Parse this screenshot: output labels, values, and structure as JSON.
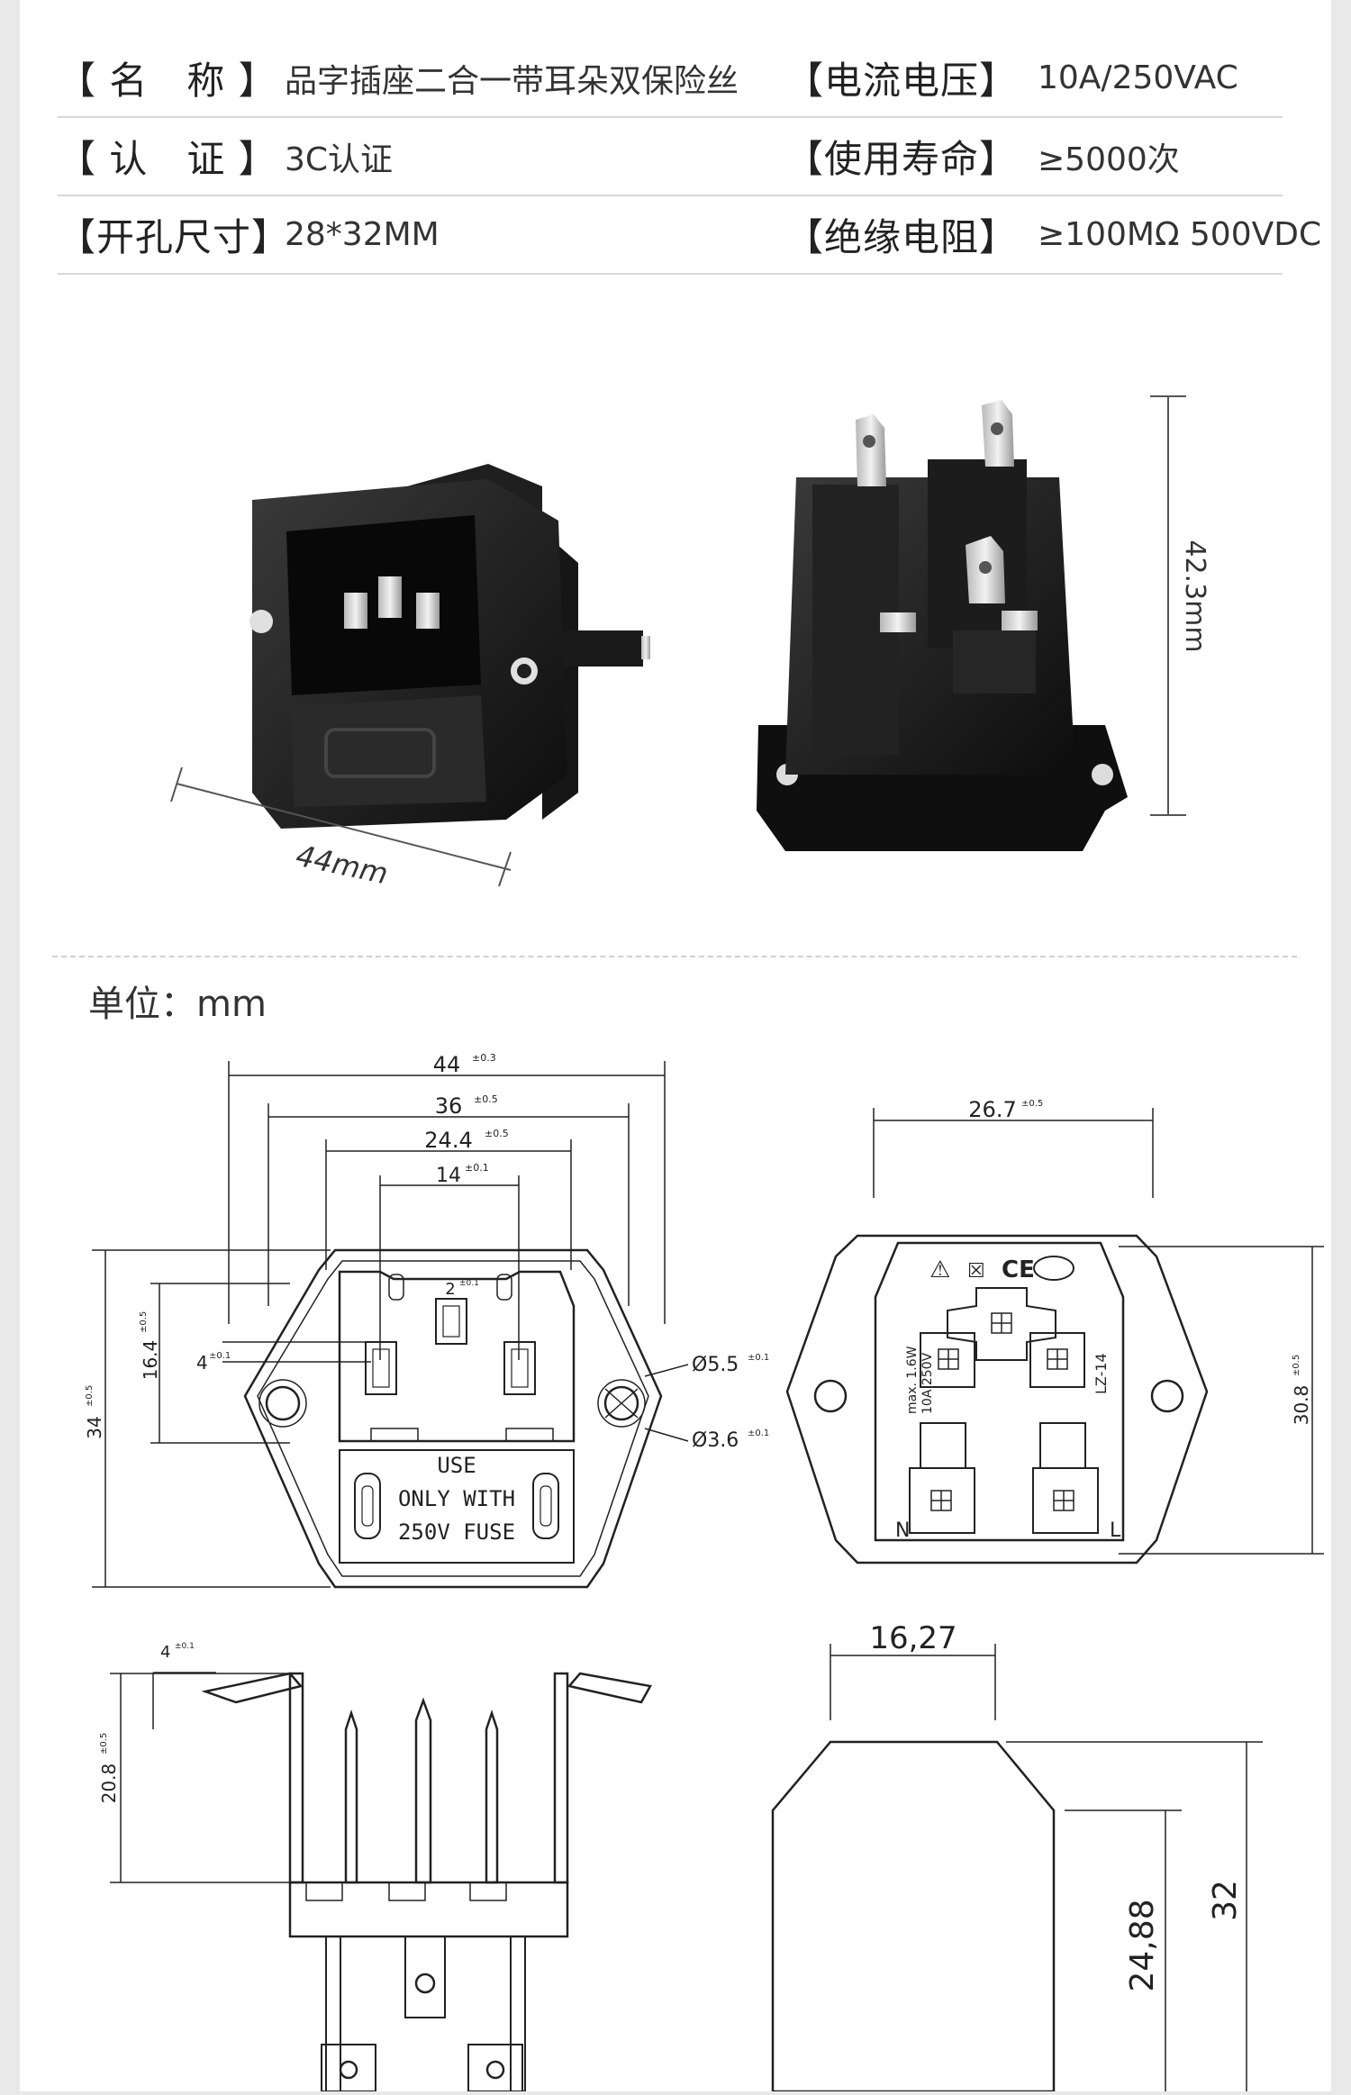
{
  "specs": {
    "rows": [
      [
        {
          "key": "【 名　称 】",
          "value": "品字插座二合一带耳朵双保险丝"
        },
        {
          "key": "【电流电压】",
          "value": "10A/250VAC"
        }
      ],
      [
        {
          "key": "【 认　证 】",
          "value": "3C认证"
        },
        {
          "key": "【使用寿命】",
          "value": "≥5000次"
        }
      ],
      [
        {
          "key": "【开孔尺寸】",
          "value": "28*32MM"
        },
        {
          "key": "【绝缘电阻】",
          "value": "≥100MΩ 500VDC"
        }
      ]
    ]
  },
  "photos": {
    "width_label": "44mm",
    "height_label": "42.3mm"
  },
  "unit": "单位：mm",
  "front_drawing": {
    "dims": {
      "overall_width": "44",
      "overall_width_tol": "±0.3",
      "hole_spacing": "36",
      "hole_spacing_tol": "±0.5",
      "body_width": "24.4",
      "body_width_tol": "±0.5",
      "pin_spacing": "14",
      "pin_spacing_tol": "±0.1",
      "top_pin": "2",
      "top_pin_tol": "±0.1",
      "pin_height": "16.4",
      "pin_height_tol": "±0.5",
      "pin_width": "4",
      "pin_width_tol": "±0.1",
      "overall_height": "34",
      "overall_height_tol": "±0.5",
      "hole_outer": "Ø5.5",
      "hole_outer_tol": "±0.1",
      "hole_inner": "Ø3.6",
      "hole_inner_tol": "±0.1"
    },
    "fuse_text": [
      "USE",
      "ONLY WITH",
      "250V FUSE"
    ]
  },
  "rear_drawing": {
    "dims": {
      "width": "26.7",
      "width_tol": "±0.5",
      "height": "30.8",
      "height_tol": "±0.5"
    },
    "labels": {
      "rating_1": "max. 1.6W",
      "rating_2": "10A 250V",
      "model": "LZ-14",
      "neutral": "N",
      "live": "L"
    }
  },
  "side_drawing": {
    "dims": {
      "flange": "4",
      "flange_tol": "±0.1",
      "depth": "20.8",
      "depth_tol": "±0.5"
    }
  },
  "cutout_drawing": {
    "dims": {
      "top_width": "16,27",
      "side_height": "24,88",
      "total_height": "32"
    }
  }
}
